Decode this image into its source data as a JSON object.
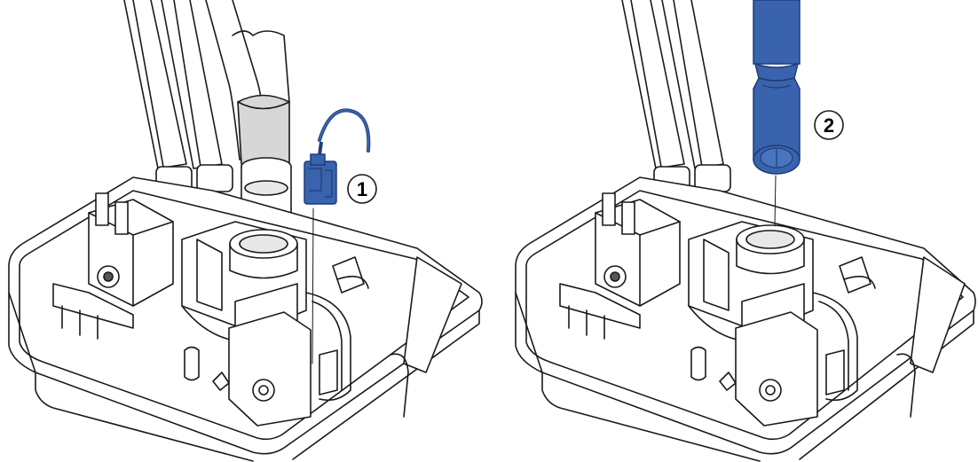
{
  "panels": [
    {
      "id": "step-1",
      "callout": "1",
      "accessory": "blue-cable-connector",
      "accent_color": "#3a63ad"
    },
    {
      "id": "step-2",
      "callout": "2",
      "accessory": "blue-flashlight-tool",
      "accent_color": "#3a63ad"
    }
  ],
  "colors": {
    "outline": "#1a1a1a",
    "tube_fill": "#d7d7d7",
    "body_fill": "#ffffff",
    "shade": "#b5b5b5",
    "accent": "#3a63ad",
    "accent_dark": "#1e3c78"
  }
}
